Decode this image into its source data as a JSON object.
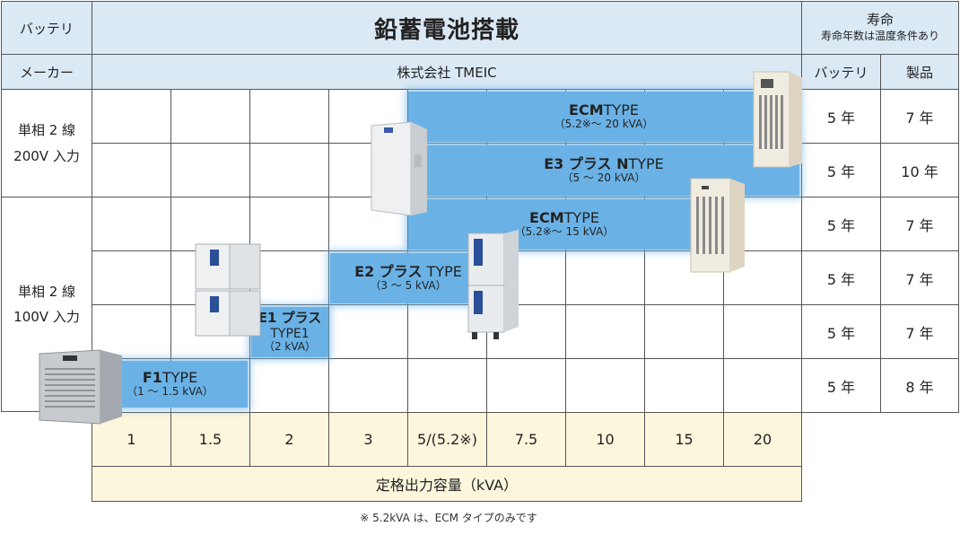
{
  "header": {
    "battery_label": "バッテリ",
    "title": "鉛蓄電池搭載",
    "life_title": "寿命",
    "life_note": "寿命年数は温度条件あり",
    "maker_label": "メーカー",
    "maker_value": "株式会社 TMEIC",
    "battery_col": "バッテリ",
    "product_col": "製品"
  },
  "groups": [
    {
      "line1": "単相 2 線",
      "line2": "200V 入力"
    },
    {
      "line1": "単相 2 線",
      "line2": "100V 入力"
    }
  ],
  "life": [
    {
      "battery": "5 年",
      "product": "7 年"
    },
    {
      "battery": "5 年",
      "product": "10 年"
    },
    {
      "battery": "5 年",
      "product": "7 年"
    },
    {
      "battery": "5 年",
      "product": "7 年"
    },
    {
      "battery": "5 年",
      "product": "7 年"
    },
    {
      "battery": "5 年",
      "product": "8 年"
    }
  ],
  "products": [
    {
      "bold": "ECM",
      "rest": "TYPE",
      "range": "（5.2※～ 20 kVA）"
    },
    {
      "bold": "E3 プラス N",
      "rest": "TYPE",
      "range": "（5 ～ 20 kVA）"
    },
    {
      "bold": "ECM",
      "rest": "TYPE",
      "range": "（5.2※～ 15 kVA）"
    },
    {
      "bold": "E2 プラス",
      "rest": " TYPE",
      "range": "（3 ～ 5 kVA）"
    },
    {
      "bold": "E1 プラス",
      "rest": "TYPE1",
      "range": "（2 kVA）"
    },
    {
      "bold": "F1",
      "rest": "TYPE",
      "range": "（1 ～ 1.5 kVA）"
    }
  ],
  "capacities": [
    "1",
    "1.5",
    "2",
    "3",
    "5/(5.2※)",
    "7.5",
    "10",
    "15",
    "20"
  ],
  "axis_label": "定格出力容量（kVA）",
  "footnote": "※  5.2kVA は、ECM タイプのみです",
  "colors": {
    "header_bg": "#dbe9f5",
    "bar": "#6ab2e6",
    "axis_bg": "#fcf6dc",
    "border": "#555555"
  },
  "devices": [
    "ups-tower-white-icon",
    "ups-tower-grey-icon",
    "ups-stack-icon",
    "ups-tower-beige-icon",
    "ups-compact-icon"
  ]
}
